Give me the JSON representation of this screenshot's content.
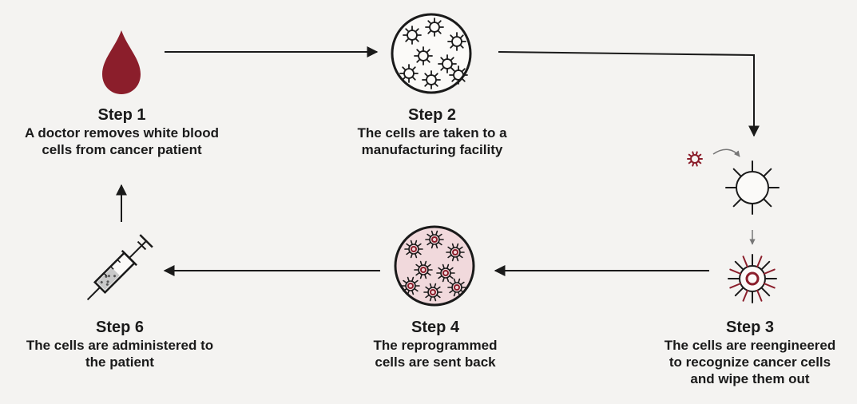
{
  "steps": [
    {
      "id": 1,
      "title": "Step 1",
      "lines": [
        "A doctor removes white blood",
        "cells from cancer patient"
      ]
    },
    {
      "id": 2,
      "title": "Step 2",
      "lines": [
        "The cells are taken to a",
        "manufacturing facility"
      ]
    },
    {
      "id": 3,
      "title": "Step 3",
      "lines": [
        "The cells are reengineered",
        "to recognize cancer cells",
        "and wipe them out"
      ]
    },
    {
      "id": 4,
      "title": "Step 4",
      "lines": [
        "The reprogrammed",
        "cells are sent back"
      ]
    },
    {
      "id": 6,
      "title": "Step 6",
      "lines": [
        "The cells are administered to",
        "the patient"
      ]
    }
  ],
  "icons": {
    "step1": "blood-drop-icon",
    "step2": "cells-dish-icon",
    "step3": "cell-reengineering-icon",
    "step4": "reprogrammed-cells-dish-icon",
    "step6": "syringe-icon"
  },
  "colors": {
    "accent": "#8b1e2b",
    "ink": "#1a1a1a",
    "background": "#f4f3f1",
    "dish_fill": "#f1d9dc"
  }
}
